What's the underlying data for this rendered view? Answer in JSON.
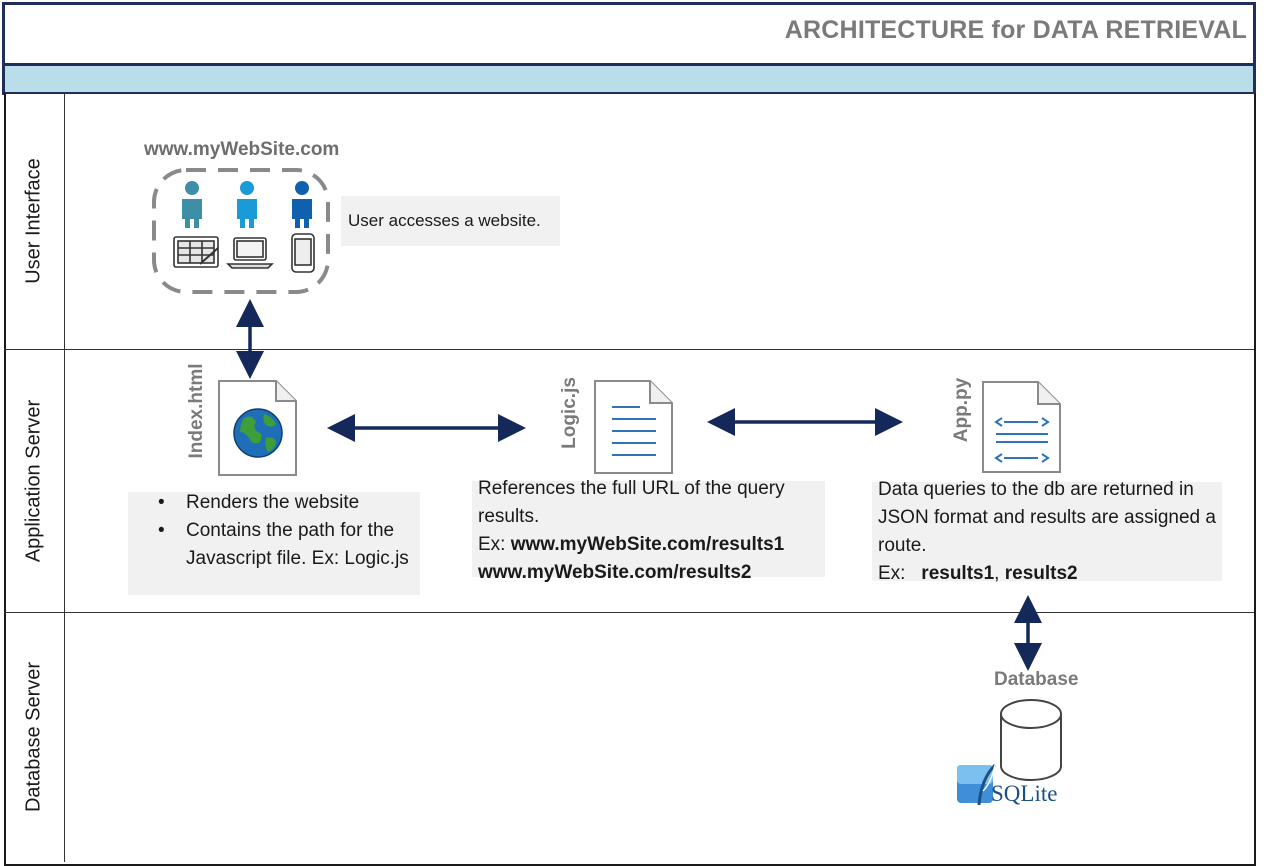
{
  "title": "ARCHITECTURE for DATA RETRIEVAL",
  "lanes": {
    "user_interface": "User Interface",
    "application_server": "Application Server",
    "database_server": "Database Server"
  },
  "user_interface": {
    "website_label": "www.myWebSite.com",
    "note": "User accesses a website."
  },
  "index_file": {
    "label": "Index.html",
    "bullet1": "Renders the website",
    "bullet2": "Contains the path for the Javascript file.   Ex: Logic.js"
  },
  "logic_file": {
    "label": "Logic.js",
    "line1": "References the full URL of the query results.",
    "ex_prefix": "Ex: ",
    "url1": "www.myWebSite.com/results1",
    "url2": "www.myWebSite.com/results2"
  },
  "app_file": {
    "label": "App.py",
    "line1": "Data queries to the db are returned in JSON format and results are assigned a route.",
    "ex_prefix": "Ex:   ",
    "route1": "results1",
    "sep": ", ",
    "route2": "results2"
  },
  "database": {
    "label": "Database",
    "logo_text": "SQLite"
  },
  "colors": {
    "title_border": "#1f2f5a",
    "header_band": "#b9dde9",
    "arrow": "#14285a",
    "note_bg": "#f1f1f1",
    "person_light": "#3d8fa6",
    "person_mid": "#1a9ad6",
    "person_dark": "#1060b0"
  }
}
